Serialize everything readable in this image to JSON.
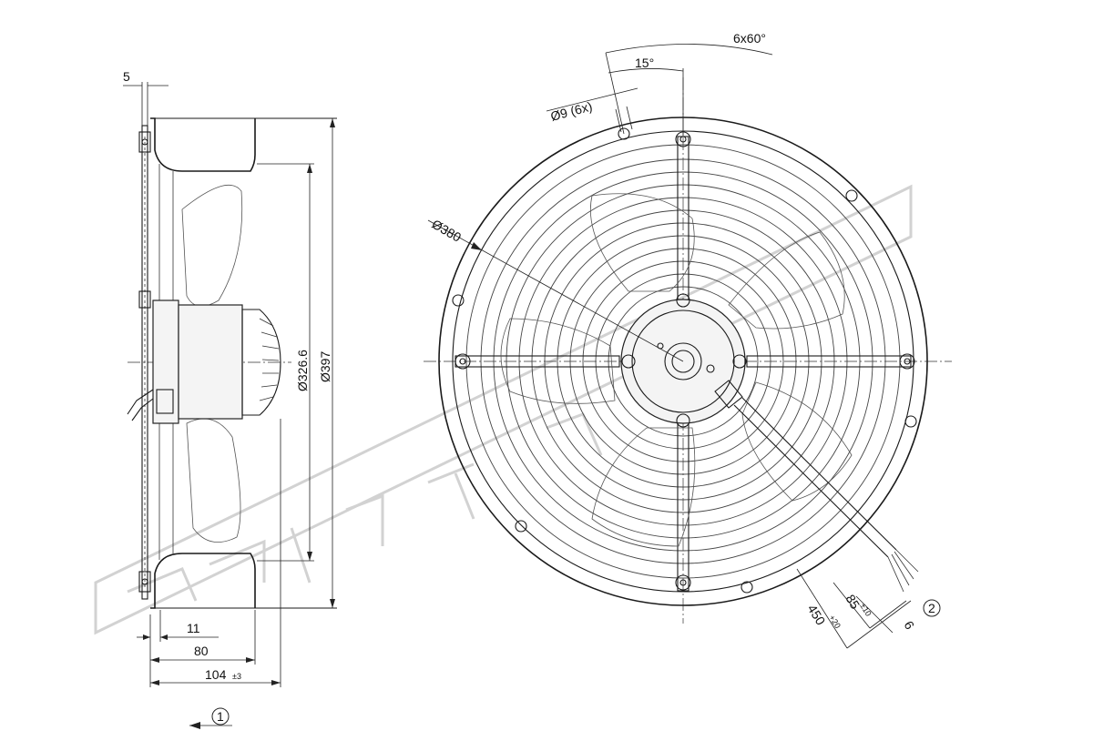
{
  "dimensions": {
    "flange_thickness": "5",
    "dia_outer": "Ø397",
    "dia_inner": "Ø326.6",
    "offset_11": "11",
    "depth_80": "80",
    "total_depth": "104",
    "total_depth_tol": "±3",
    "angle_hole_pattern": "6x60°",
    "angle_offset": "15°",
    "hole_dia": "Ø9 (6x)",
    "bolt_circle": "Ø380",
    "cable_length": "450",
    "cable_length_tol": "+20",
    "strip_length": "85",
    "strip_length_tol": "±10",
    "wire_end": "6"
  },
  "markers": {
    "view_1": "1",
    "view_2": "2"
  }
}
